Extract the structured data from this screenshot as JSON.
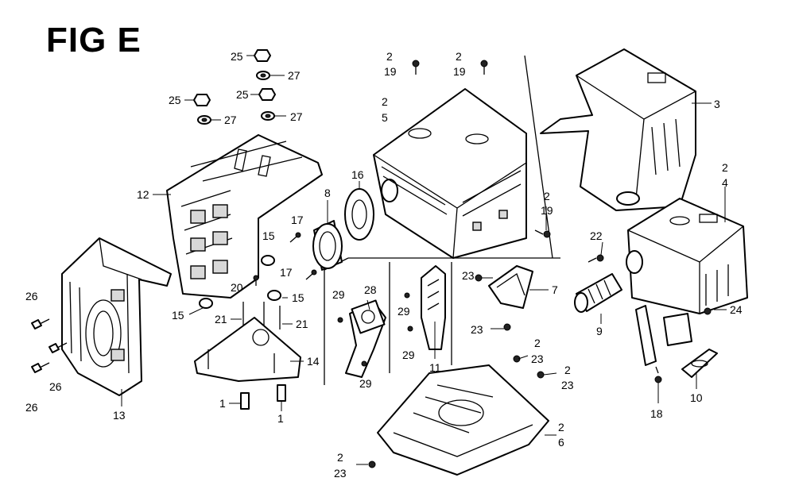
{
  "title": "FIG E",
  "labels": [
    {
      "id": "l25a",
      "text": "25"
    },
    {
      "id": "l27a",
      "text": "27"
    },
    {
      "id": "l25b",
      "text": "25"
    },
    {
      "id": "l25c",
      "text": "25"
    },
    {
      "id": "l27b",
      "text": "27"
    },
    {
      "id": "l27c",
      "text": "27"
    },
    {
      "id": "l2a",
      "text": "2"
    },
    {
      "id": "l19a",
      "text": "19"
    },
    {
      "id": "l2b",
      "text": "2"
    },
    {
      "id": "l19b",
      "text": "19"
    },
    {
      "id": "l2c",
      "text": "2"
    },
    {
      "id": "l5",
      "text": "5"
    },
    {
      "id": "l3",
      "text": "3"
    },
    {
      "id": "l12",
      "text": "12"
    },
    {
      "id": "l8",
      "text": "8"
    },
    {
      "id": "l16",
      "text": "16"
    },
    {
      "id": "l2d",
      "text": "2"
    },
    {
      "id": "l19c",
      "text": "19"
    },
    {
      "id": "l2e",
      "text": "2"
    },
    {
      "id": "l4",
      "text": "4"
    },
    {
      "id": "l17a",
      "text": "17"
    },
    {
      "id": "l15a",
      "text": "15"
    },
    {
      "id": "l17b",
      "text": "17"
    },
    {
      "id": "l22",
      "text": "22"
    },
    {
      "id": "l23a",
      "text": "23"
    },
    {
      "id": "l7",
      "text": "7"
    },
    {
      "id": "l20",
      "text": "20"
    },
    {
      "id": "l15b",
      "text": "15"
    },
    {
      "id": "l28",
      "text": "28"
    },
    {
      "id": "l29a",
      "text": "29"
    },
    {
      "id": "l29b",
      "text": "29"
    },
    {
      "id": "l15c",
      "text": "15"
    },
    {
      "id": "l21a",
      "text": "21"
    },
    {
      "id": "l21b",
      "text": "21"
    },
    {
      "id": "l24",
      "text": "24"
    },
    {
      "id": "l26a",
      "text": "26"
    },
    {
      "id": "l9",
      "text": "9"
    },
    {
      "id": "l23b",
      "text": "23"
    },
    {
      "id": "l29c",
      "text": "29"
    },
    {
      "id": "l11",
      "text": "11"
    },
    {
      "id": "l29d",
      "text": "29"
    },
    {
      "id": "l14",
      "text": "14"
    },
    {
      "id": "l2f",
      "text": "2"
    },
    {
      "id": "l23c",
      "text": "23"
    },
    {
      "id": "l26b",
      "text": "26"
    },
    {
      "id": "l2g",
      "text": "2"
    },
    {
      "id": "l23d",
      "text": "23"
    },
    {
      "id": "l26c",
      "text": "26"
    },
    {
      "id": "l13",
      "text": "13"
    },
    {
      "id": "l1a",
      "text": "1"
    },
    {
      "id": "l1b",
      "text": "1"
    },
    {
      "id": "l18",
      "text": "18"
    },
    {
      "id": "l10",
      "text": "10"
    },
    {
      "id": "l2h",
      "text": "2"
    },
    {
      "id": "l6",
      "text": "6"
    },
    {
      "id": "l2i",
      "text": "2"
    },
    {
      "id": "l23e",
      "text": "23"
    }
  ]
}
